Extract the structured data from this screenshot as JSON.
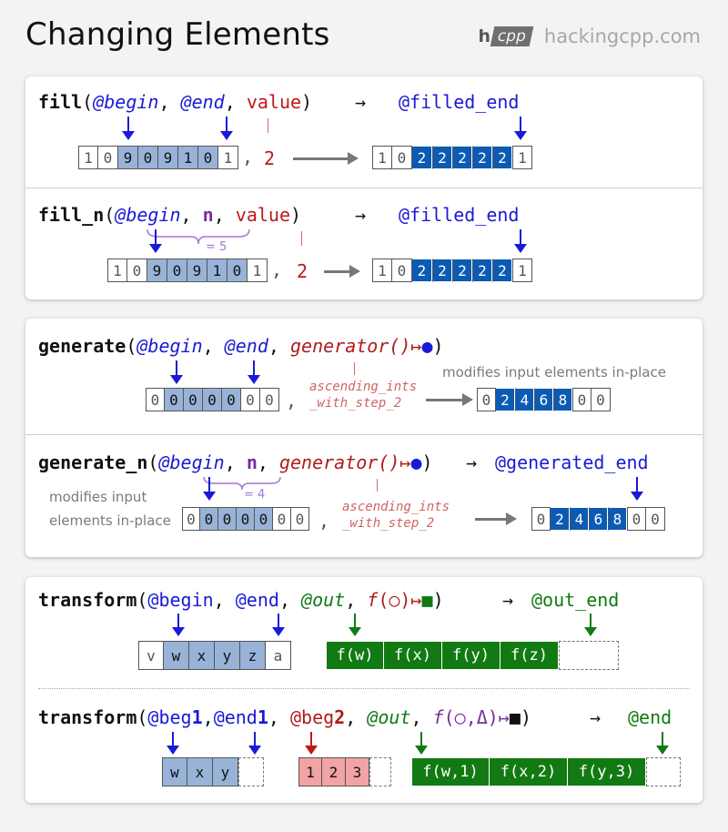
{
  "header": {
    "title": "Changing Elements",
    "logo_h": "h",
    "logo_cpp": "cpp",
    "site": "hackingcpp.com"
  },
  "fill": {
    "fn": "fill",
    "open": "(",
    "begin": "@begin",
    "sep1": ", ",
    "end": "@end",
    "sep2": ", ",
    "value": "value",
    "close": ")",
    "arrow": "→",
    "result": "@filled_end",
    "input": [
      "1",
      "0",
      "9",
      "0",
      "9",
      "1",
      "0",
      "1"
    ],
    "value_shown": "2",
    "output": [
      "1",
      "0",
      "2",
      "2",
      "2",
      "2",
      "2",
      "1"
    ]
  },
  "fill_n": {
    "fn": "fill_n",
    "open": "(",
    "begin": "@begin",
    "sep1": ", ",
    "n": "n",
    "sep2": ", ",
    "value": "value",
    "close": ")",
    "arrow": "→",
    "result": "@filled_end",
    "brace": "= 5",
    "input": [
      "1",
      "0",
      "9",
      "0",
      "9",
      "1",
      "0",
      "1"
    ],
    "value_shown": "2",
    "output": [
      "1",
      "0",
      "2",
      "2",
      "2",
      "2",
      "2",
      "1"
    ]
  },
  "generate": {
    "fn": "generate",
    "open": "(",
    "begin": "@begin",
    "sep1": ", ",
    "end": "@end",
    "sep2": ", ",
    "gen": "generator()",
    "maps": "↦",
    "dot": "●",
    "close": ")",
    "gen_note_1": "ascending_ints",
    "gen_note_2": "_with_step_2",
    "note": "modifies input elements in-place",
    "input": [
      "0",
      "0",
      "0",
      "0",
      "0",
      "0",
      "0"
    ],
    "output": [
      "0",
      "2",
      "4",
      "6",
      "8",
      "0",
      "0"
    ]
  },
  "generate_n": {
    "fn": "generate_n",
    "open": "(",
    "begin": "@begin",
    "sep1": ", ",
    "n": "n",
    "sep2": ", ",
    "gen": "generator()",
    "maps": "↦",
    "dot": "●",
    "close": ")",
    "arrow": "→",
    "result": "@generated_end",
    "brace": "= 4",
    "note_1": "modifies input",
    "note_2": "elements in-place",
    "gen_note_1": "ascending_ints",
    "gen_note_2": "_with_step_2",
    "input": [
      "0",
      "0",
      "0",
      "0",
      "0",
      "0",
      "0"
    ],
    "output": [
      "0",
      "2",
      "4",
      "6",
      "8",
      "0",
      "0"
    ]
  },
  "transform1": {
    "fn": "transform",
    "open": "(",
    "begin": "@begin",
    "sep1": ", ",
    "end": "@end",
    "sep2": ", ",
    "out": "@out",
    "sep3": ", ",
    "f": "f",
    "circ": "(○)",
    "maps": "↦",
    "square": "■",
    "close": ")",
    "arrow": "→",
    "result": "@out_end",
    "input": [
      "v",
      "w",
      "x",
      "y",
      "z",
      "a"
    ],
    "output": [
      "f(w)",
      "f(x)",
      "f(y)",
      "f(z)"
    ]
  },
  "transform2": {
    "fn": "transform",
    "open": "(",
    "beg1_a": "@beg",
    "beg1_b": "1",
    "sep0": ",",
    "end1_a": "@end",
    "end1_b": "1",
    "sep1": ", ",
    "beg2_a": "@beg",
    "beg2_b": "2",
    "sep2": ", ",
    "out": "@out",
    "sep3": ", ",
    "f": "f",
    "args": "(○,Δ)",
    "maps": "↦",
    "square": "■",
    "close": ")",
    "arrow": "→",
    "result": "@end",
    "input1": [
      "w",
      "x",
      "y"
    ],
    "input2": [
      "1",
      "2",
      "3"
    ],
    "output": [
      "f(w,1)",
      "f(x,2)",
      "f(y,3)"
    ]
  },
  "colors": {
    "accent_blue": "#1a1ad6",
    "filled": "#0b5bb4",
    "selected": "#98b3d7",
    "value_red": "#c01818",
    "out_green": "#127a12",
    "n_purple": "#7a2c9e",
    "second_range": "#f2a3a3"
  }
}
